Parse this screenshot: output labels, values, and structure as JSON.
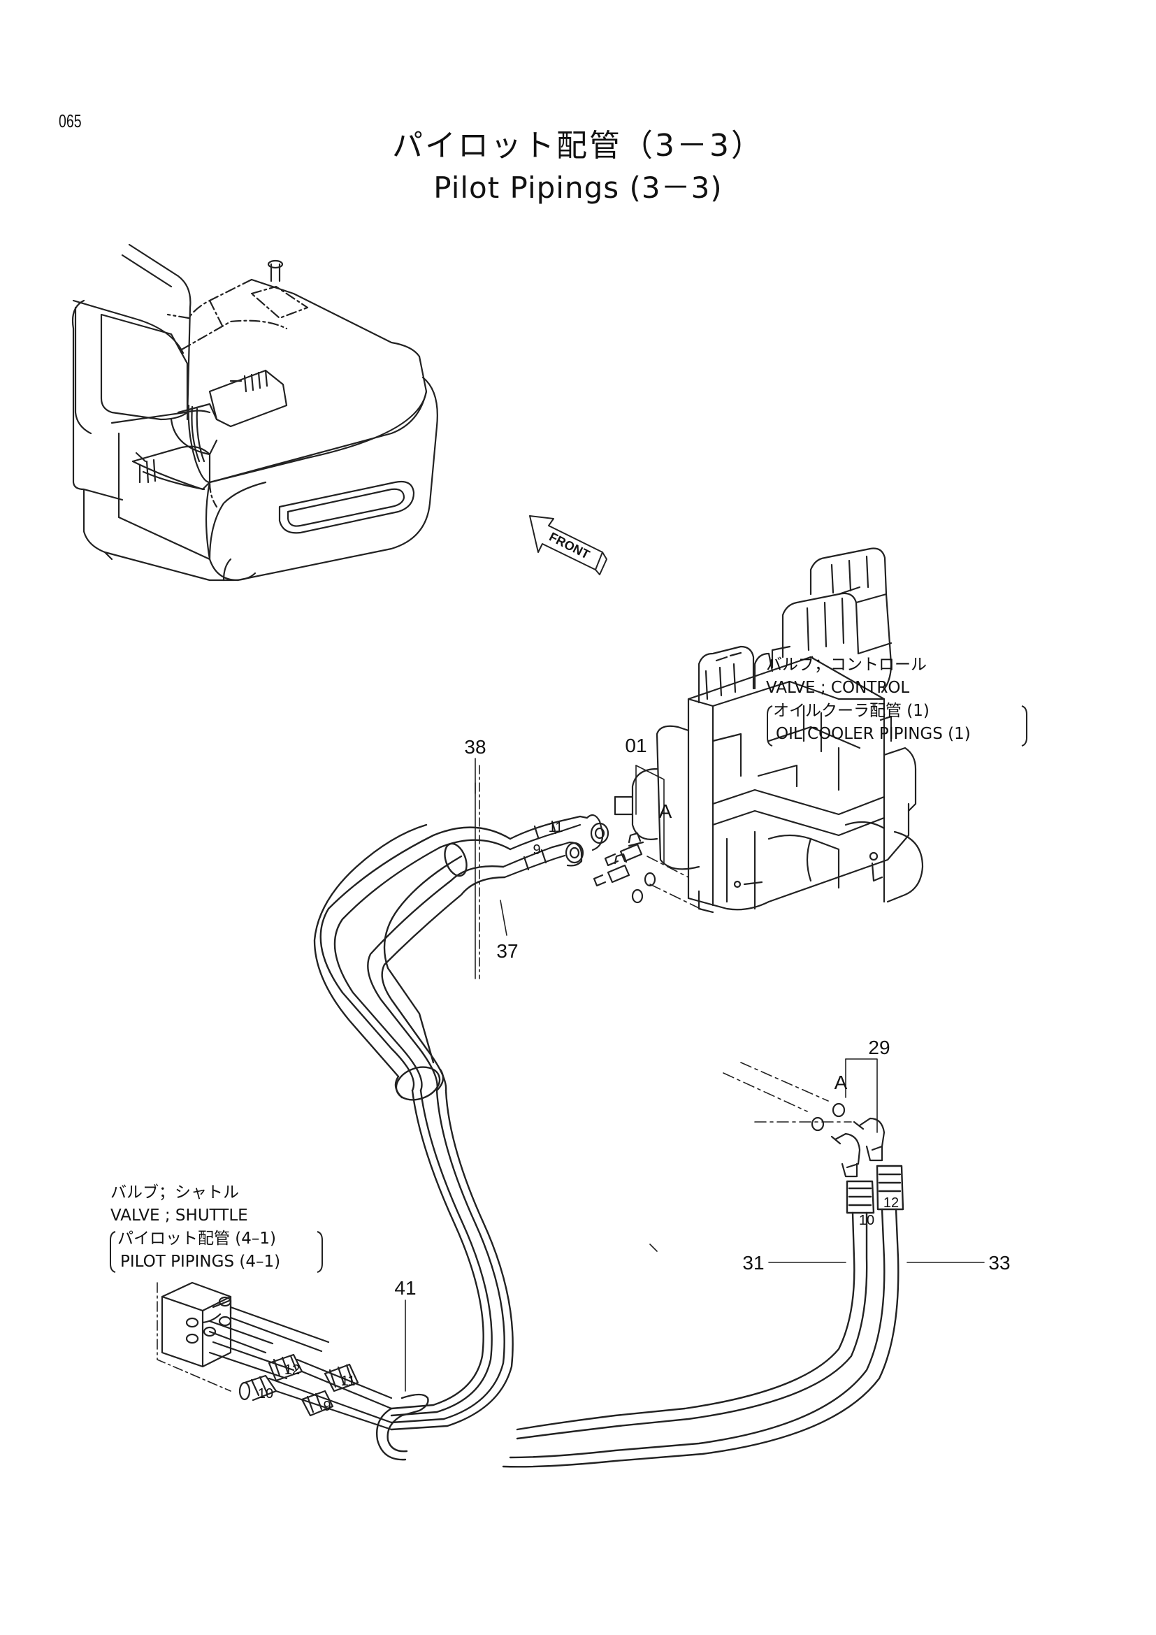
{
  "page": {
    "number": "065",
    "title_jp": "パイロット配管（3－3）",
    "title_en": "Pilot Pipings (3－3)"
  },
  "front_arrow": {
    "label": "FRONT"
  },
  "notes": {
    "control_valve": {
      "line1": "バルブ；コントロール",
      "line2": "VALVE ; CONTROL",
      "line3": "オイルクーラ配管 (1)",
      "line4": "OIL  COOLER  PIPINGS (1)"
    },
    "shuttle_valve": {
      "line1": "バルブ；シャトル",
      "line2": "VALVE ; SHUTTLE",
      "line3": "パイロット配管 (4–1)",
      "line4": "PILOT  PIPINGS (4–1)"
    }
  },
  "callouts": {
    "c01": "01",
    "c29": "29",
    "c31": "31",
    "c33": "33",
    "c37": "37",
    "c38": "38",
    "c41": "41",
    "A1": "A",
    "A2": "A",
    "h11a": "11",
    "h9a": "9",
    "h12a": "12",
    "h10a": "10",
    "h12b": "12",
    "h11b": "11",
    "h10b": "10",
    "h9b": "9"
  }
}
